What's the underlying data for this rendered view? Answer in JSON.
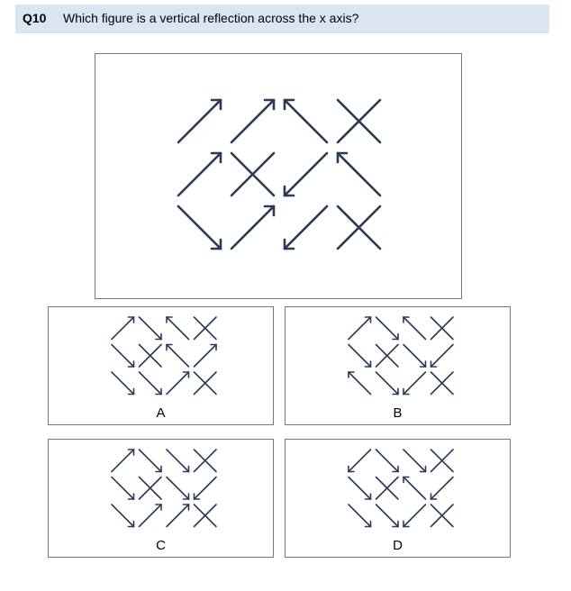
{
  "question": {
    "number": "Q10",
    "text": "Which figure is a vertical reflection across the x axis?"
  },
  "options": [
    {
      "label": "A"
    },
    {
      "label": "B"
    },
    {
      "label": "C"
    },
    {
      "label": "D"
    }
  ],
  "colors": {
    "stroke": "#2b3a55",
    "question_bar": "#dbe5f1"
  }
}
